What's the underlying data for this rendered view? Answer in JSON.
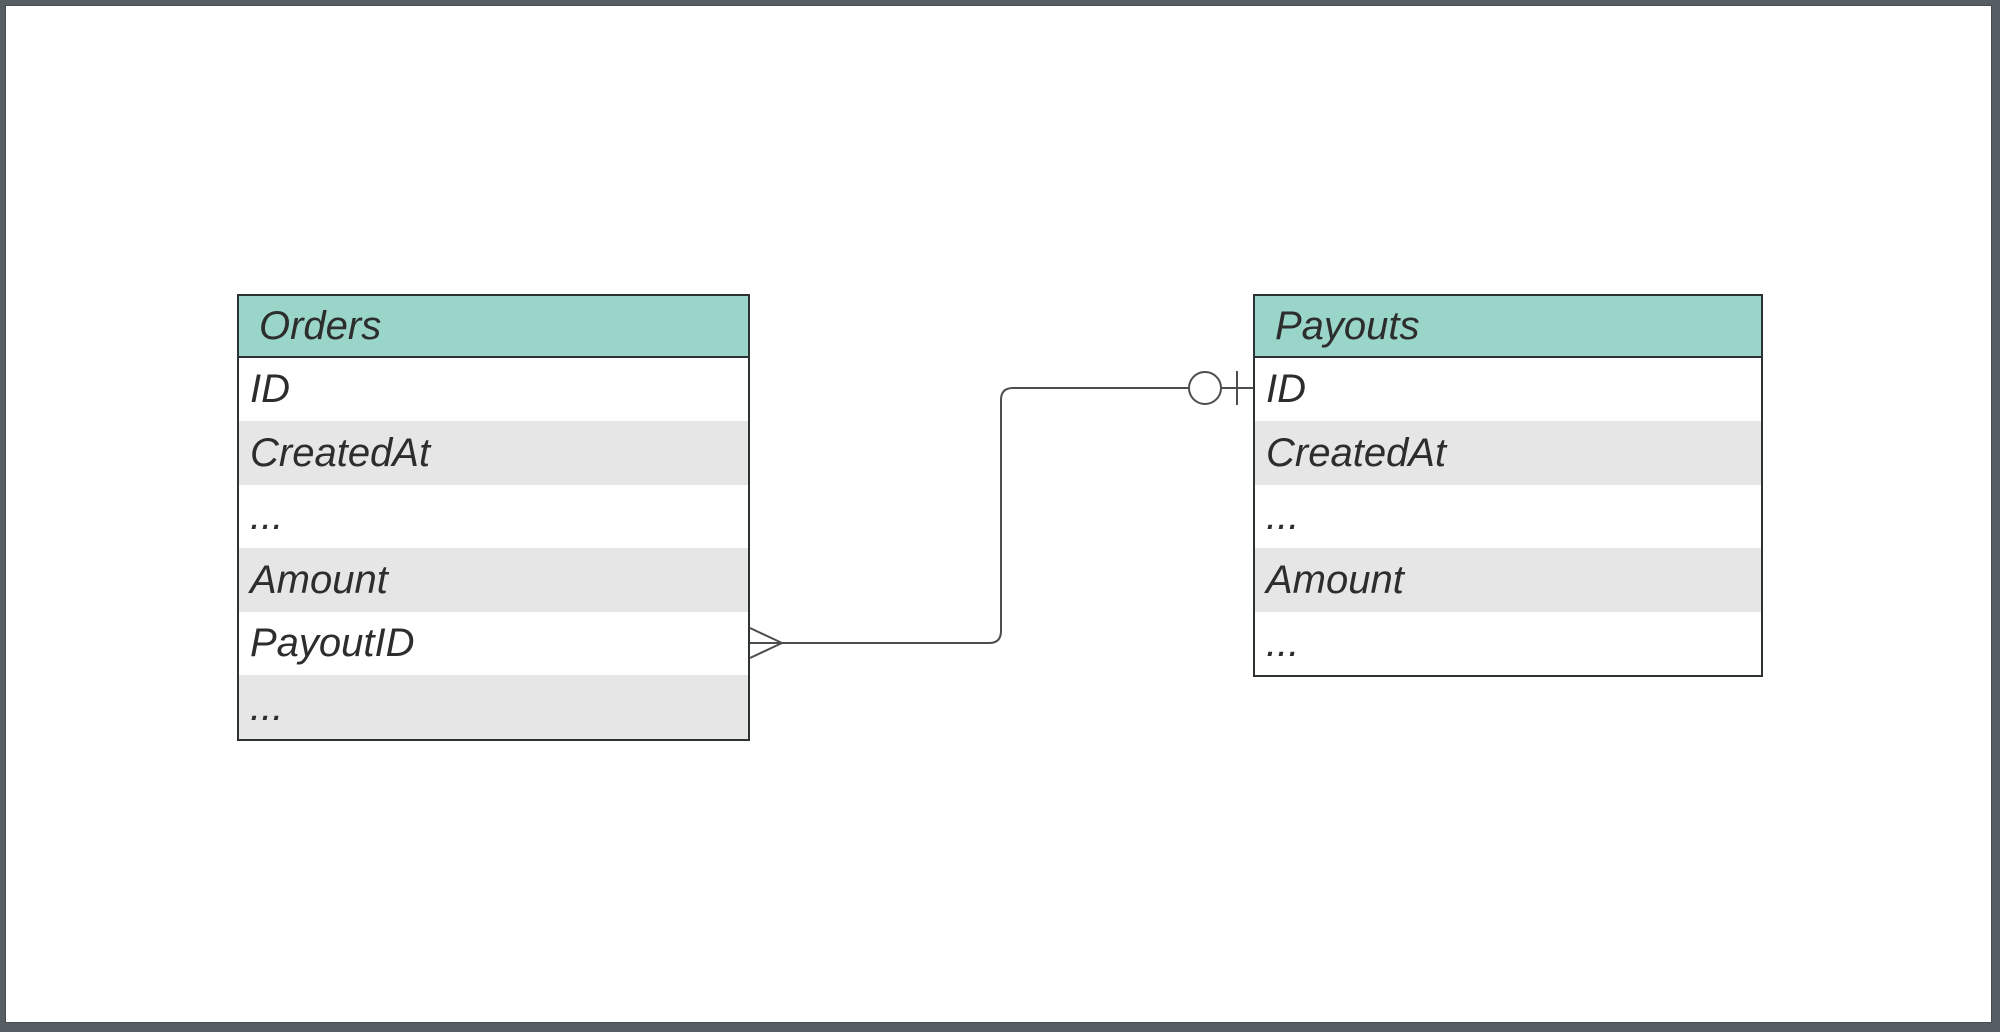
{
  "diagram": {
    "tables": [
      {
        "title": "Orders",
        "columns": [
          "ID",
          "CreatedAt",
          "...",
          "Amount",
          "PayoutID",
          "..."
        ]
      },
      {
        "title": "Payouts",
        "columns": [
          "ID",
          "CreatedAt",
          "...",
          "Amount",
          "..."
        ]
      }
    ],
    "relationship": {
      "from_table": "Orders",
      "from_column": "PayoutID",
      "from_marker": "crows-foot-many",
      "to_table": "Payouts",
      "to_column": "ID",
      "to_marker": "circle-bar-zero-or-one"
    },
    "colors": {
      "header_fill": "#99d5c8",
      "row_alt_fill": "#e6e6e6",
      "table_border": "#2d3234",
      "connector": "#4d4d4d",
      "frame": "#575e63"
    }
  }
}
